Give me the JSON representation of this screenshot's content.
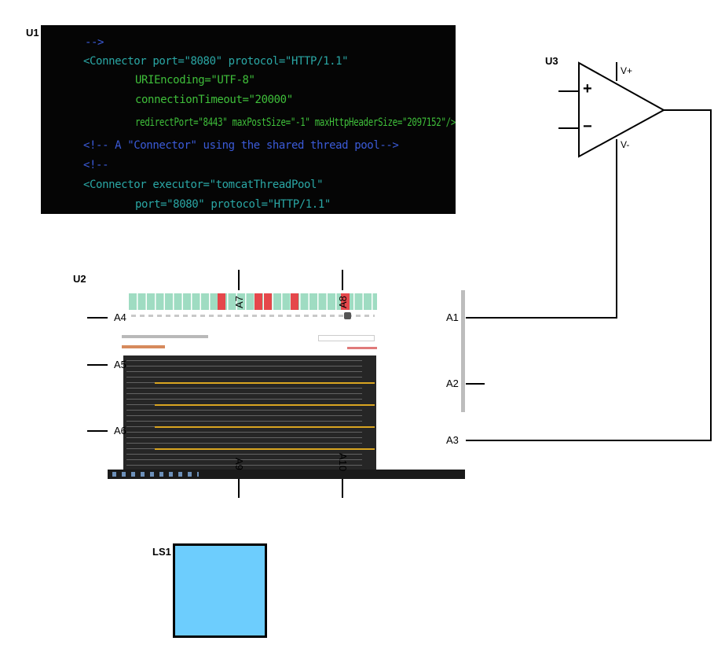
{
  "refs": {
    "u1": "U1",
    "u2": "U2",
    "u3": "U3",
    "ls1": "LS1"
  },
  "u3": {
    "plus": "+",
    "minus": "−",
    "vplus": "V+",
    "vminus": "V-"
  },
  "u2_pins": {
    "a1": "A1",
    "a2": "A2",
    "a3": "A3",
    "a4": "A4",
    "a5": "A5",
    "a6": "A6",
    "a7": "A7",
    "a8": "A8",
    "a9": "A9",
    "a10": "A10"
  },
  "u1_code": [
    "-->",
    "<Connector port=\"8080\" protocol=\"HTTP/1.1\"",
    "URIEncoding=\"UTF-8\"",
    "connectionTimeout=\"20000\"",
    "redirectPort=\"8443\" maxPostSize=\"-1\" maxHttpHeaderSize=\"2097152\"/>",
    "<!-- A \"Connector\" using the shared thread pool-->",
    "<!--",
    "<Connector executor=\"tomcatThreadPool\"",
    "port=\"8080\" protocol=\"HTTP/1.1\""
  ],
  "colors": {
    "wire": "#000000",
    "speaker": "#6dcdfd",
    "bar_green": "#9fdcc2",
    "bar_red": "#e5474b"
  }
}
